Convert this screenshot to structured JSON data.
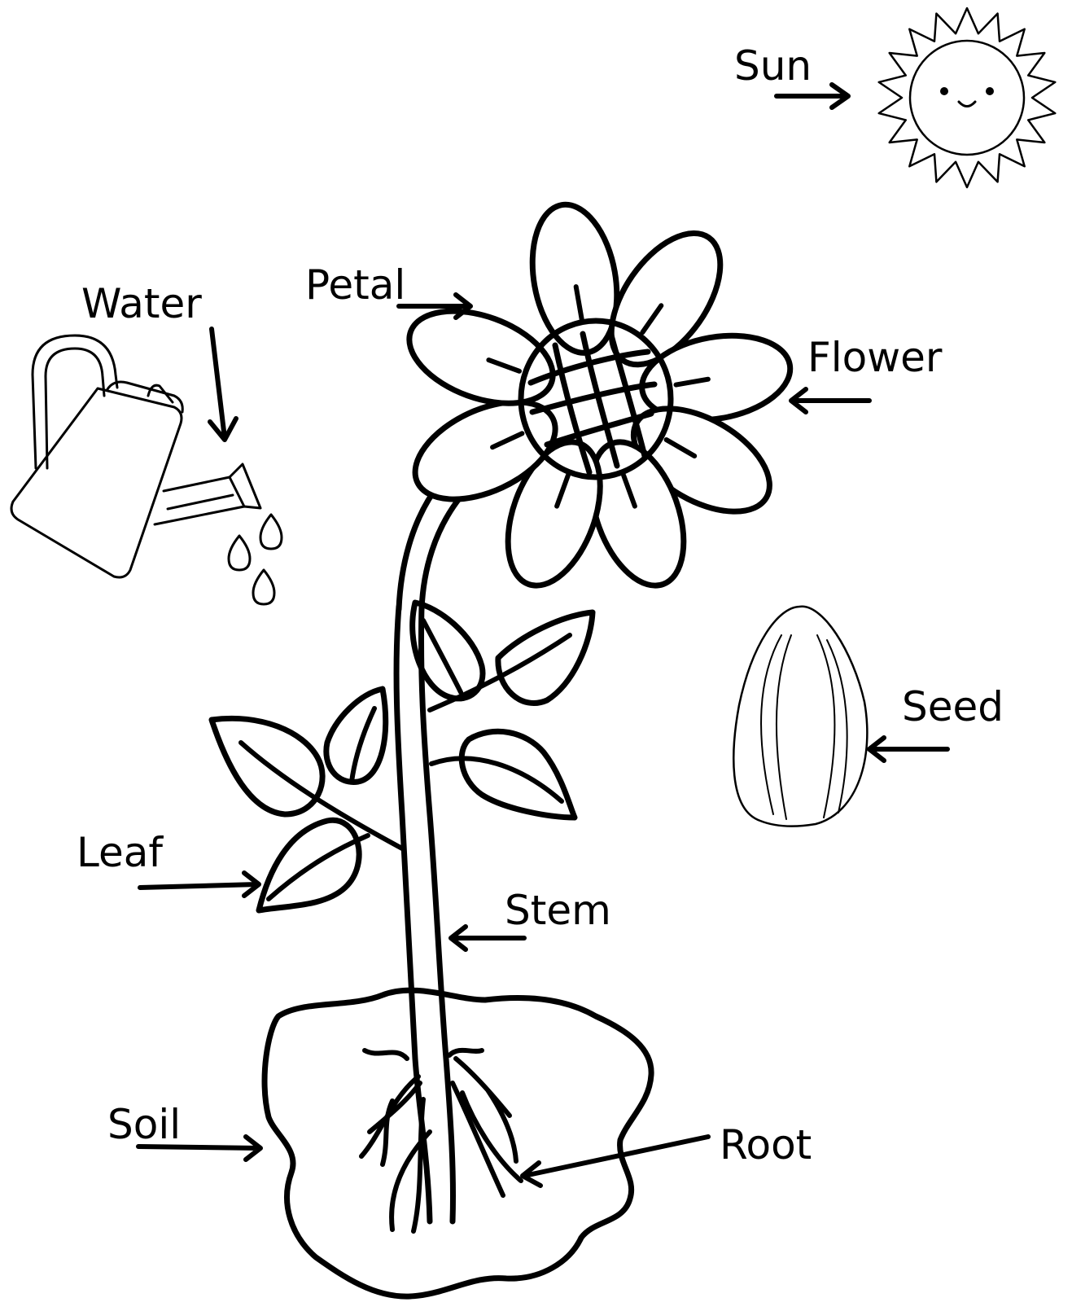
{
  "diagram": {
    "labels": {
      "sun": "Sun",
      "water": "Water",
      "petal": "Petal",
      "flower": "Flower",
      "seed": "Seed",
      "leaf": "Leaf",
      "stem": "Stem",
      "soil": "Soil",
      "root": "Root"
    },
    "colors": {
      "line": "#000000",
      "background": "#ffffff"
    },
    "icons": [
      "sun-icon",
      "watering-can-icon",
      "water-drop-icon",
      "seed-icon",
      "flower-icon",
      "arrow-icon"
    ]
  }
}
